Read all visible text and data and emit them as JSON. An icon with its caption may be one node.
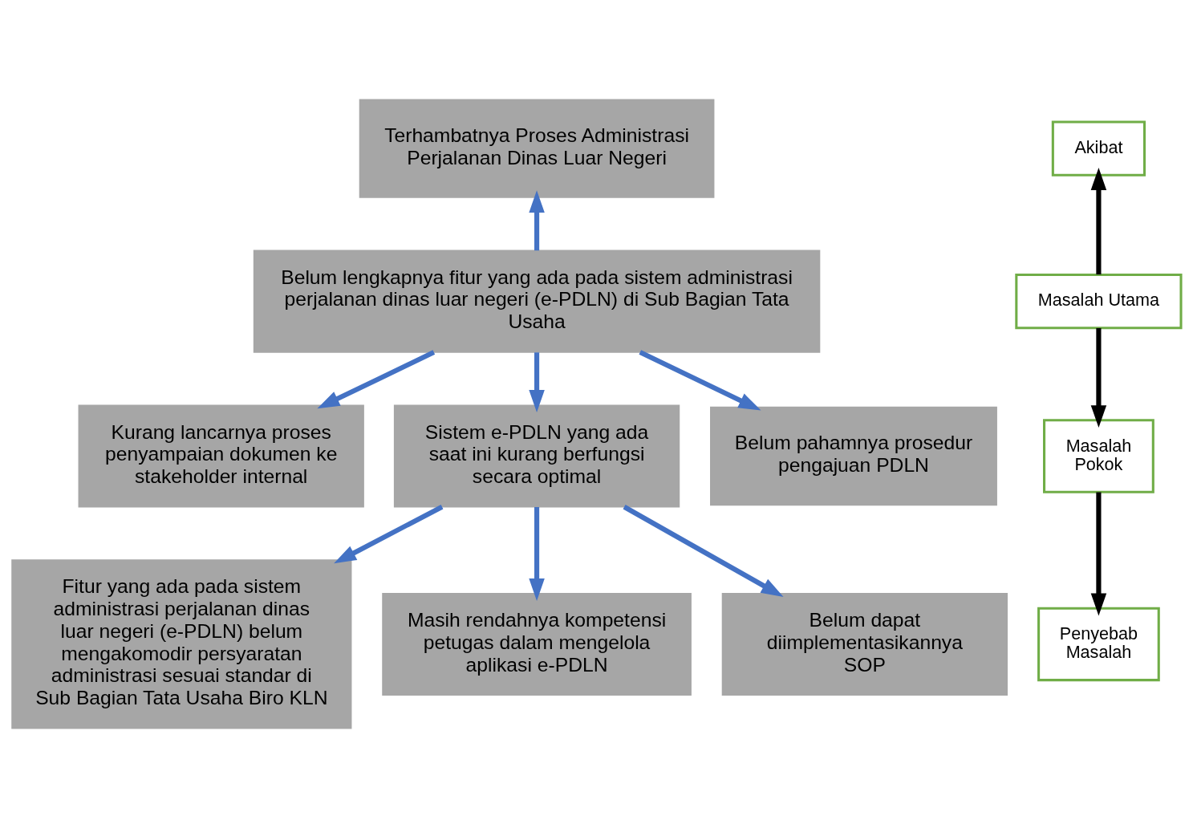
{
  "diagram": {
    "nodes": [
      {
        "text": [
          "Terhambatnya Proses Administrasi Perjalanan Dinas Luar Negeri"
        ]
      },
      {
        "text": [
          "Belum lengkapnya fitur yang ada pada sistem administrasi perjalanan dinas luar negeri (e-PDLN) di Sub Bagian Tata Usaha"
        ]
      },
      {
        "text": [
          "Kurang lancarnya proses penyampaian dokumen ke stakeholder internal"
        ]
      },
      {
        "text": [
          "Sistem e-PDLN yang ada saat ini kurang berfungsi secara optimal"
        ]
      },
      {
        "text": [
          "Belum pahamnya prosedur pengajuan PDLN"
        ]
      },
      {
        "text": [
          "Fitur yang ada pada sistem administrasi perjalanan dinas luar negeri (e-PDLN) belum mengakomodir persyaratan administrasi sesuai standar di Sub Bagian Tata Usaha Biro KLN"
        ]
      },
      {
        "text": [
          "Masih rendahnya kompetensi petugas dalam mengelola aplikasi e-PDLN"
        ]
      },
      {
        "text": [
          "Belum dapat diimplementasikannya SOP"
        ]
      },
      {
        "text": [
          "Akibat"
        ]
      },
      {
        "text": [
          "Masalah Utama"
        ]
      },
      {
        "text": [
          "Masalah Pokok"
        ]
      },
      {
        "text": [
          "Penyebab Masalah"
        ]
      }
    ],
    "edges": [
      {
        "from": 1,
        "to": 0,
        "arrow": "to"
      },
      {
        "from": 1,
        "to": 2,
        "arrow": "to"
      },
      {
        "from": 1,
        "to": 3,
        "arrow": "to"
      },
      {
        "from": 1,
        "to": 4,
        "arrow": "to"
      },
      {
        "from": 3,
        "to": 5,
        "arrow": "to"
      },
      {
        "from": 3,
        "to": 6,
        "arrow": "to"
      },
      {
        "from": 3,
        "to": 7,
        "arrow": "to"
      },
      {
        "from": 9,
        "to": 8,
        "arrow": "to",
        "color": "#000000"
      },
      {
        "from": 9,
        "to": 10,
        "arrow": "to",
        "color": "#000000"
      },
      {
        "from": 10,
        "to": 11,
        "arrow": "to",
        "color": "#000000"
      }
    ]
  }
}
